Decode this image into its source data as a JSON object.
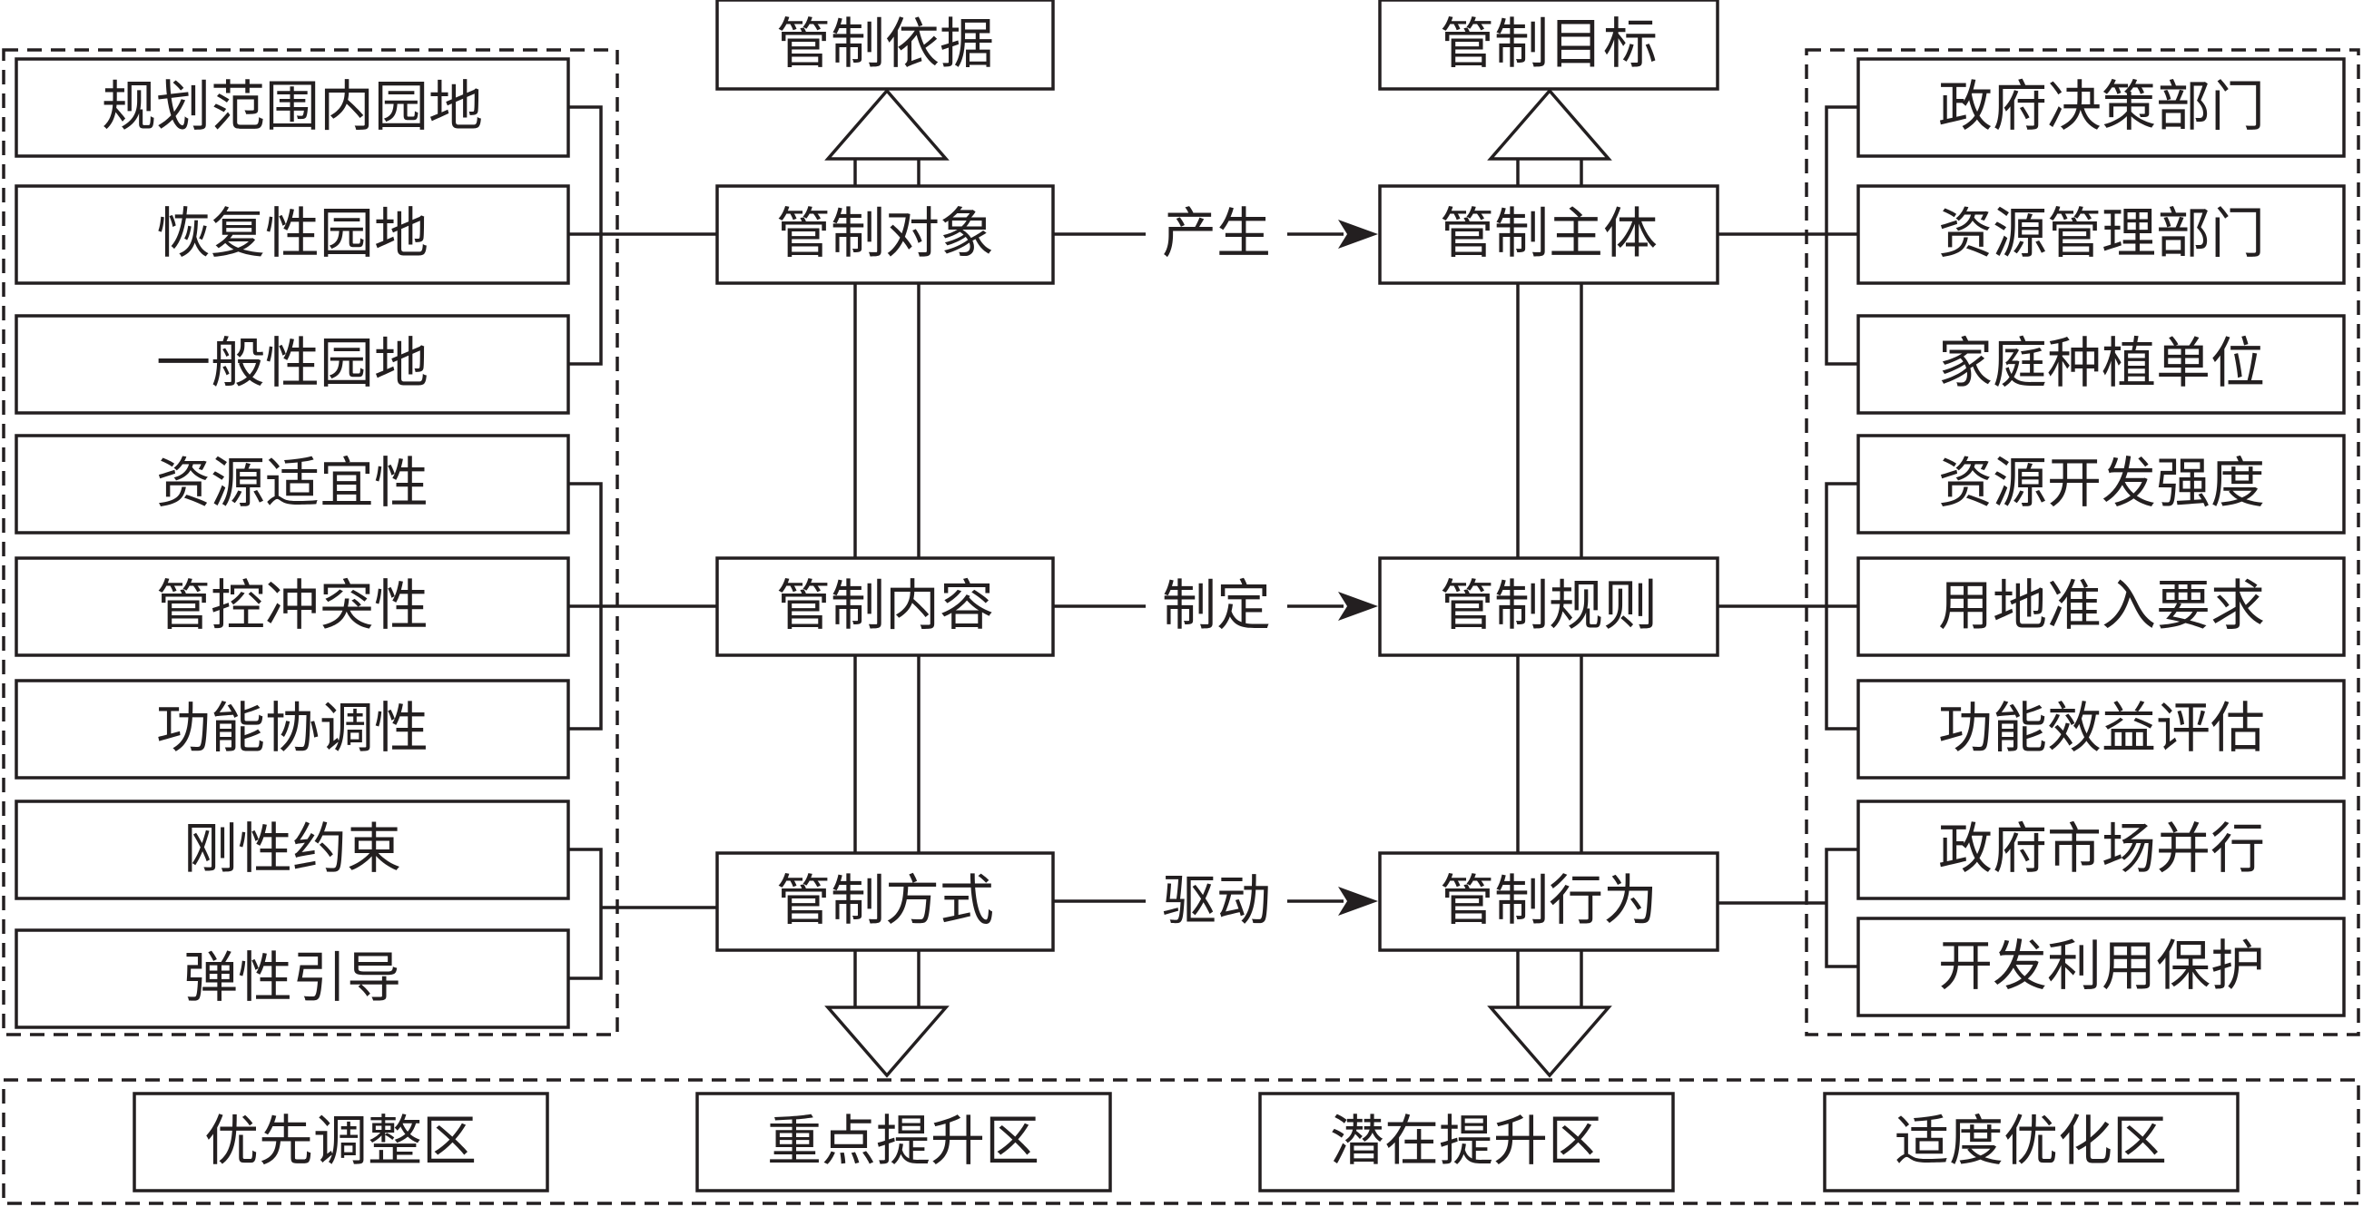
{
  "left_groups": [
    {
      "items": [
        "规划范围内园地",
        "恢复性园地",
        "一般性园地"
      ]
    },
    {
      "items": [
        "资源适宜性",
        "管控冲突性",
        "功能协调性"
      ]
    },
    {
      "items": [
        "刚性约束",
        "弹性引导"
      ]
    }
  ],
  "center_left": {
    "top": "管制依据",
    "nodes": [
      "管制对象",
      "管制内容",
      "管制方式"
    ]
  },
  "center_right": {
    "top": "管制目标",
    "nodes": [
      "管制主体",
      "管制规则",
      "管制行为"
    ]
  },
  "relations": [
    "产生",
    "制定",
    "驱动"
  ],
  "right_groups": [
    {
      "items": [
        "政府决策部门",
        "资源管理部门",
        "家庭种植单位"
      ]
    },
    {
      "items": [
        "资源开发强度",
        "用地准入要求",
        "功能效益评估"
      ]
    },
    {
      "items": [
        "政府市场并行",
        "开发利用保护"
      ]
    }
  ],
  "bottom_zones": [
    "优先调整区",
    "重点提升区",
    "潜在提升区",
    "适度优化区"
  ],
  "colors": {
    "stroke": "#231f20",
    "background": "#ffffff"
  }
}
